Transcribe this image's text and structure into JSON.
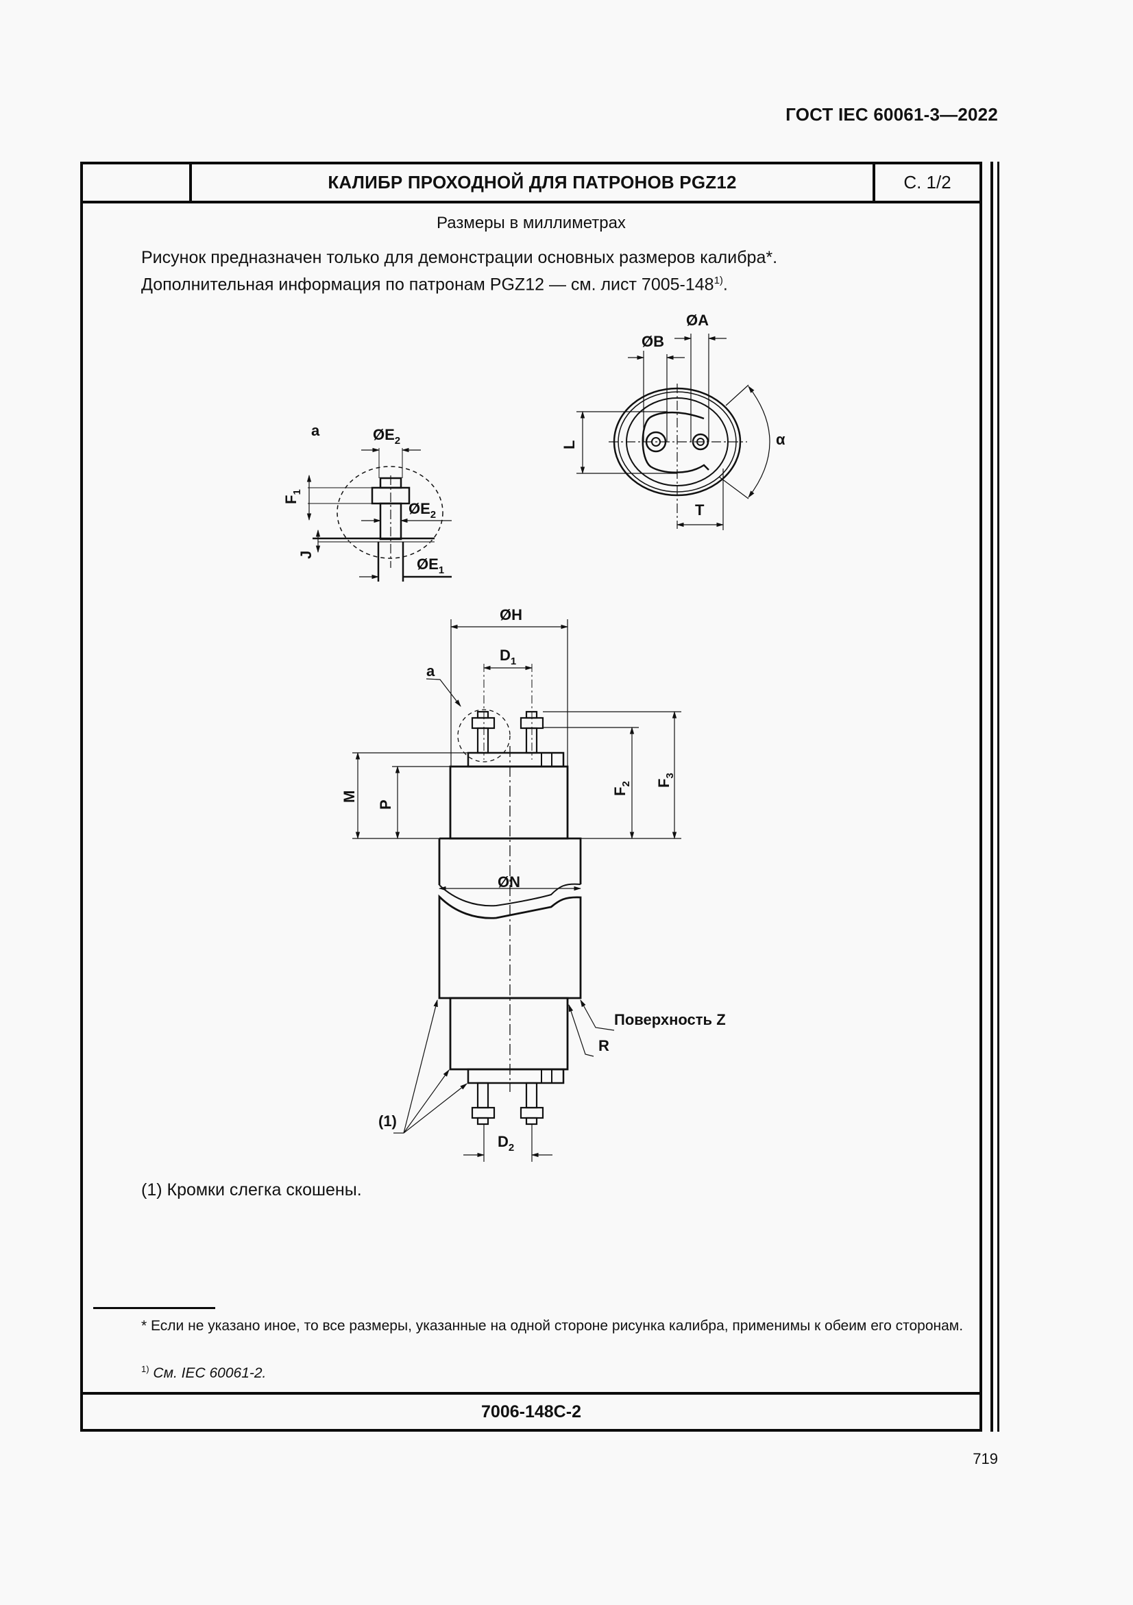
{
  "header": {
    "standard": "ГОСТ IEC 60061-3—2022"
  },
  "title_block": {
    "title": "КАЛИБР ПРОХОДНОЙ ДЛЯ ПАТРОНОВ PGZ12",
    "sheet": "С. 1/2",
    "sheet_code": "7006-148С-2"
  },
  "units": "Размеры в миллиметрах",
  "intro": {
    "line1": "Рисунок предназначен только для демонстрации основных размеров калибра*.",
    "line2": "Дополнительная информация по патронам PGZ12 — см. лист 7005-148",
    "line2_sup": "1)",
    "line2_end": "."
  },
  "drawing": {
    "detail_a": {
      "label": "a",
      "e2_top": "ØE",
      "e2_top_sub": "2",
      "e2_mid": "ØE",
      "e2_mid_sub": "2",
      "e1": "ØE",
      "e1_sub": "1",
      "f1": "F",
      "f1_sub": "1",
      "j": "J"
    },
    "top_view": {
      "a": "ØA",
      "b": "ØB",
      "l": "L",
      "t": "T",
      "alpha": "α"
    },
    "side_view": {
      "h": "ØH",
      "d1": "D",
      "d1_sub": "1",
      "a_ref": "a",
      "m": "M",
      "p": "P",
      "f2": "F",
      "f2_sub": "2",
      "f3": "F",
      "f3_sub": "3",
      "n": "ØN",
      "surface": "Поверхность Z",
      "r": "R",
      "edges_ref": "(1)",
      "d2": "D",
      "d2_sub": "2"
    }
  },
  "note": "(1) Кромки слегка скошены.",
  "footnotes": [
    {
      "mark": "*",
      "text": "Если не указано иное, то все размеры, указанные на одной стороне рисунка калибра, применимы к обеим его сторонам."
    },
    {
      "mark": "1)",
      "text": "См. IEC 60061-2."
    }
  ],
  "page_number": "719"
}
